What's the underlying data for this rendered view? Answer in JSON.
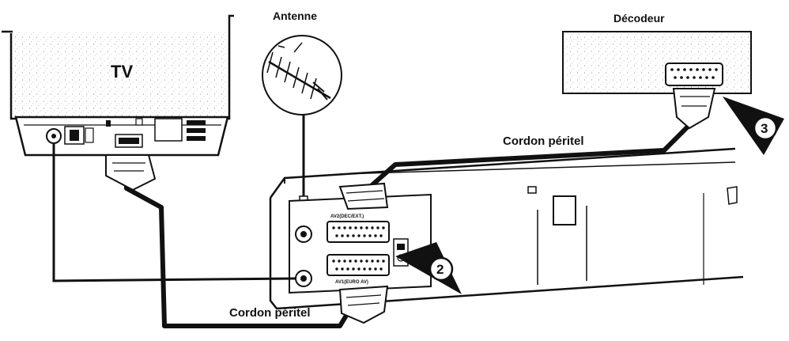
{
  "labels": {
    "tv": "TV",
    "antenna": "Antenne",
    "decoder": "Décodeur",
    "cable_top": "Cordon péritel",
    "cable_bottom": "Cordon péritel",
    "socket_av2": "AV2(DEC/EXT.)",
    "socket_av1": "AV1(EURO AV)"
  },
  "callouts": {
    "step2": "2",
    "step3": "3"
  }
}
